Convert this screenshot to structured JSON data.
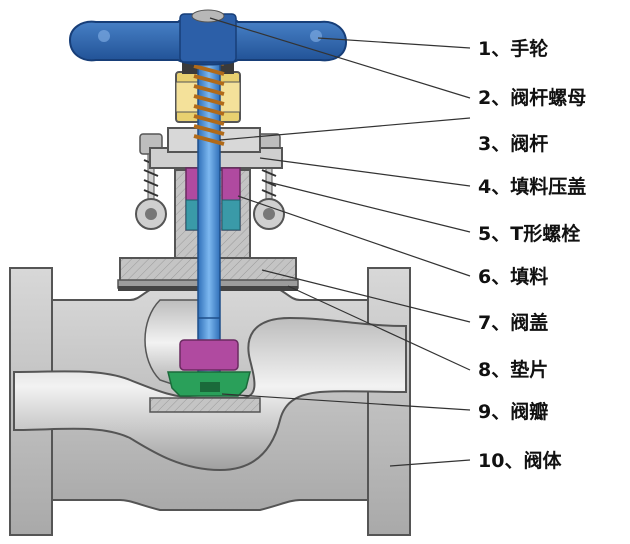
{
  "labels": [
    {
      "num": "1",
      "sep": "、",
      "name": "手轮"
    },
    {
      "num": "2",
      "sep": "、",
      "name": "阀杆螺母"
    },
    {
      "num": "3",
      "sep": "、",
      "name": "阀杆"
    },
    {
      "num": "4",
      "sep": "、",
      "name": "填料压盖"
    },
    {
      "num": "5",
      "sep": "、",
      "name": "T形螺栓"
    },
    {
      "num": "6",
      "sep": "、",
      "name": "填料"
    },
    {
      "num": "7",
      "sep": "、",
      "name": "阀盖"
    },
    {
      "num": "8",
      "sep": "、",
      "name": "垫片"
    },
    {
      "num": "9",
      "sep": "、",
      "name": "阀瓣"
    },
    {
      "num": "10",
      "sep": "、",
      "name": "阀体"
    }
  ],
  "colors": {
    "handwheel": "#2c5fa8",
    "stem": "#4a8fd8",
    "packing": "#b04aa0",
    "disc": "#2aa05a",
    "bolt_yellow": "#e8d070",
    "body_gray": "#c9c9c9",
    "body_dark": "#555555"
  }
}
